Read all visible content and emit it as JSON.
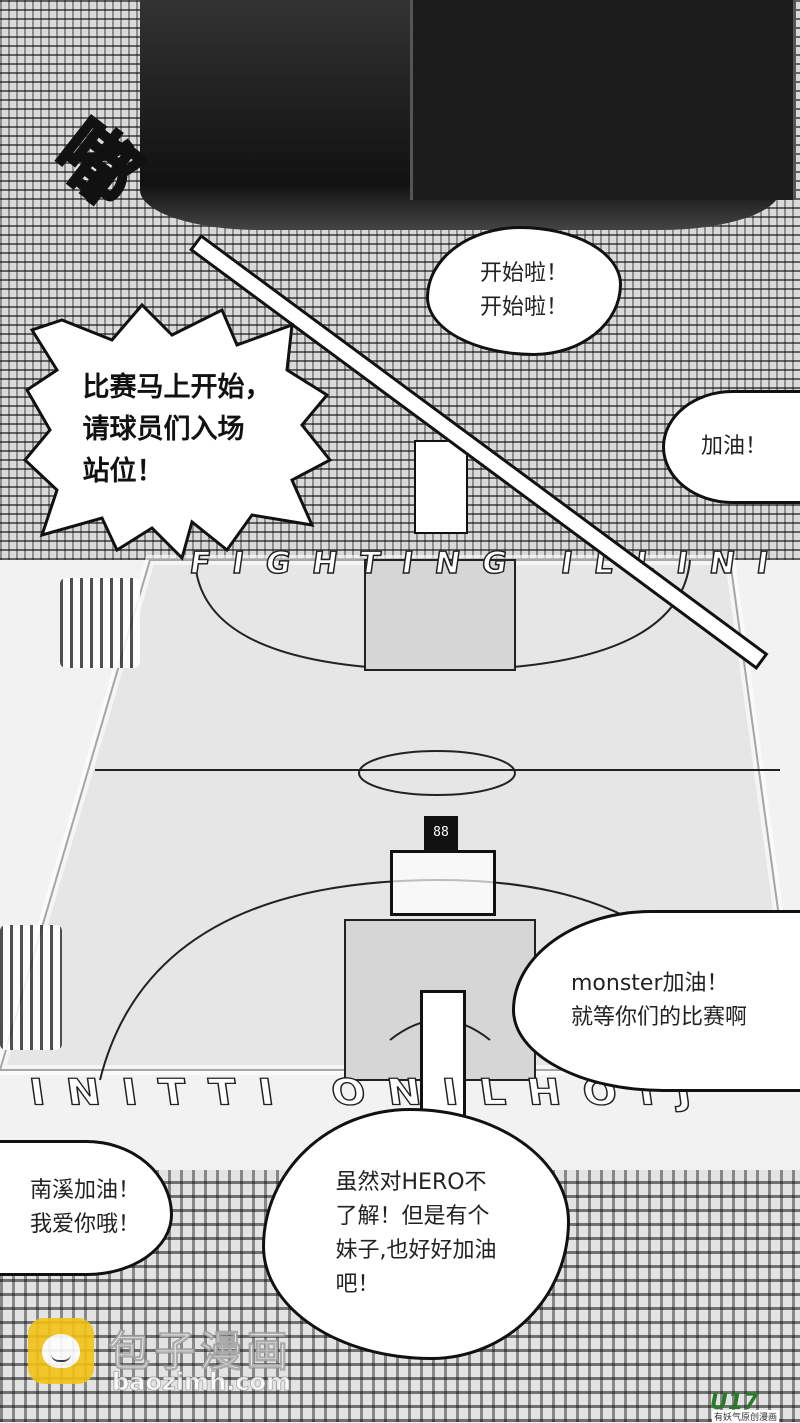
{
  "sound_effect": "嘟",
  "bubbles": {
    "start": "开始啦！\n开始啦！",
    "announcement": "比赛马上开始，\n请球员们入场\n站位！",
    "cheer": "加油！",
    "monster": "monster加油！\n就等你们的比赛啊",
    "nanxi": "南溪加油！\n我爱你哦！",
    "hero": "虽然对HERO不\n了解！但是有个\n妹子,也好好加油\n吧！"
  },
  "court": {
    "banner_top": "FIGHTING ILLINI",
    "banner_bottom": "INITTI ONILHOIJ",
    "shot_clock": "88"
  },
  "watermark": {
    "brand": "包子漫画",
    "url": "baozimh.com",
    "site_logo": "U17",
    "site_tagline": "有妖气原创漫画"
  },
  "colors": {
    "ink": "#111111",
    "paper": "#ffffff",
    "logo_yellow": "#f3c316",
    "u17_green": "#2a7a2a"
  }
}
